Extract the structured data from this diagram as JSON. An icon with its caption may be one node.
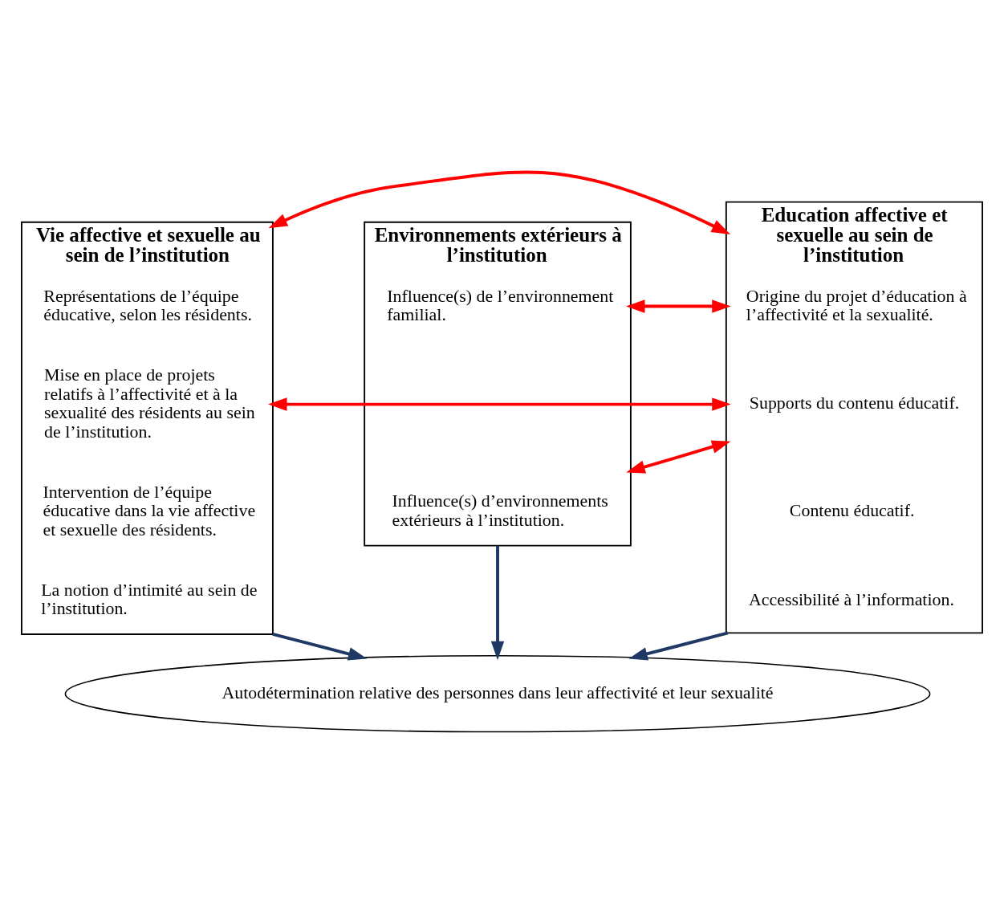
{
  "diagram": {
    "nodes": [
      {
        "text": [
          "Vie affective et sexuelle au sein de l’institution"
        ]
      },
      {
        "text": [
          "Représentations de l’équipe éducative, selon les résidents."
        ],
        "in": 0
      },
      {
        "text": [
          "Mise en place de projets relatifs à l’affectivité et à la sexualité des résidents au sein de l’institution."
        ],
        "in": 0
      },
      {
        "text": [
          "Intervention de l’équipe éducative dans la vie affective et sexuelle des résidents."
        ],
        "in": 0
      },
      {
        "text": [
          "La notion d’intimité au sein de l’institution."
        ],
        "in": 0
      },
      {
        "text": [
          "Education affective et sexuelle au sein de l’institution"
        ]
      },
      {
        "text": [
          "Origine du projet d’éducation à l’affectivité et la sexualité."
        ],
        "in": 5
      },
      {
        "text": [
          "Supports du contenu éducatif."
        ],
        "in": 5
      },
      {
        "text": [
          "Contenu éducatif."
        ],
        "in": 5
      },
      {
        "text": [
          "Accessibilité à l’information."
        ],
        "in": 5
      },
      {
        "text": [
          "Environnements extérieurs à l’institution"
        ]
      },
      {
        "text": [
          "Influence(s) de l’environnement familial."
        ],
        "in": 10
      },
      {
        "text": [
          "Influence(s) d’environnements extérieurs à l’institution."
        ],
        "in": 10
      },
      {
        "text": [
          "Autodétermination relative des personnes dans leur affectivité et leur sexualité"
        ]
      }
    ],
    "edges": [
      {
        "from": 0,
        "to": 5,
        "arrow": "both",
        "color": "#ff0000"
      },
      {
        "from": 5,
        "to": 10,
        "arrow": "both",
        "color": "#ff0000"
      },
      {
        "from": 5,
        "to": 10,
        "arrow": "both",
        "color": "#ff0000"
      },
      {
        "from": 0,
        "to": 5,
        "arrow": "both",
        "color": "#ff0000"
      },
      {
        "from": 0,
        "to": 13,
        "arrow": "to",
        "color": "#1f3864"
      },
      {
        "from": 5,
        "to": 13,
        "arrow": "to",
        "color": "#1f3864"
      },
      {
        "from": 10,
        "to": 13,
        "arrow": "to",
        "color": "#1f3864"
      }
    ]
  }
}
